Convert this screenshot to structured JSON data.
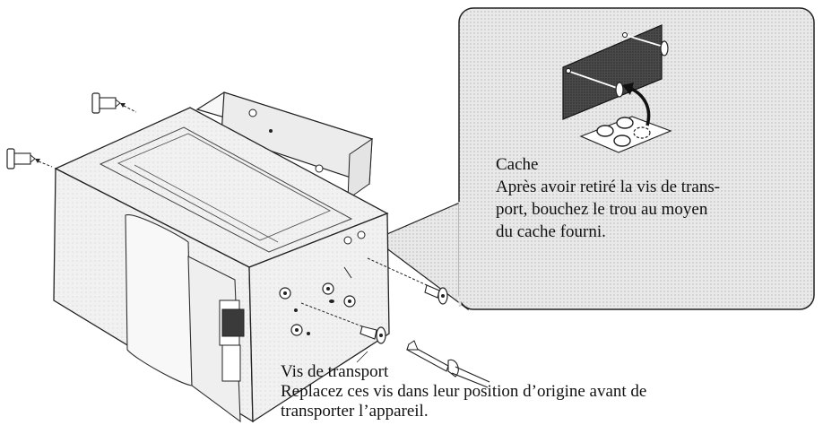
{
  "callout": {
    "title": "Cache",
    "lines": [
      "Après avoir retiré la vis de trans-",
      "port, bouchez le trou au moyen",
      "du cache fourni."
    ]
  },
  "transport_note": {
    "title": "Vis de transport",
    "lines": [
      "Replacez ces vis dans leur position d’origine avant de",
      "transporter l’appareil."
    ]
  },
  "colors": {
    "callout_fill": "#e6e6e6",
    "callout_dots": "#bdbdbd",
    "panel_dark": "#4a4a4a",
    "device_body": "#f2f2f2",
    "line": "#222222"
  }
}
